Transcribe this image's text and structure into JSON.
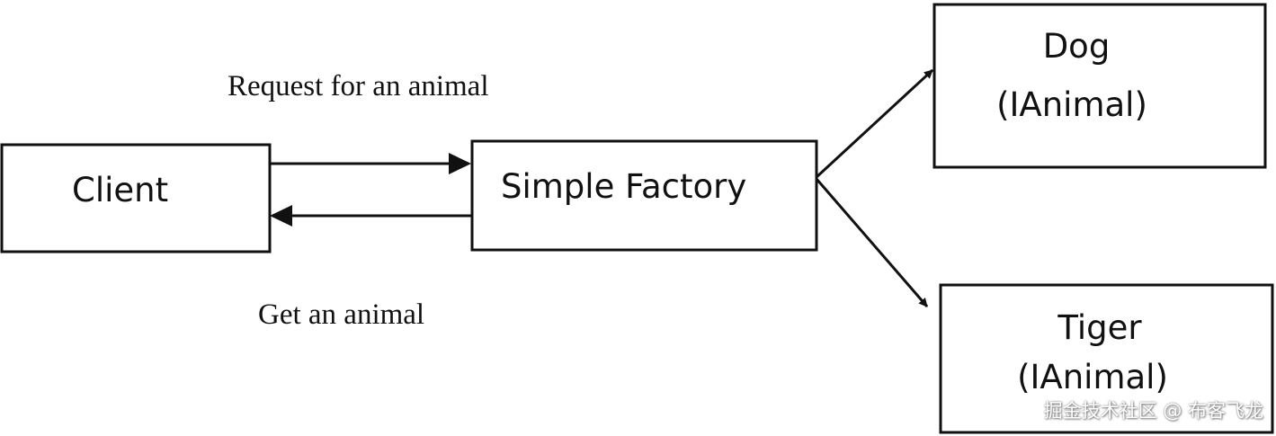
{
  "nodes": {
    "client": {
      "label": "Client"
    },
    "factory": {
      "label": "Simple Factory"
    },
    "dog": {
      "line1": "Dog",
      "line2": "(IAnimal)"
    },
    "tiger": {
      "line1": "Tiger",
      "line2": "(IAnimal)"
    }
  },
  "edges": {
    "request": {
      "label": "Request for an animal",
      "from": "client",
      "to": "factory"
    },
    "response": {
      "label": "Get an animal",
      "from": "factory",
      "to": "client"
    },
    "to_dog": {
      "from": "factory",
      "to": "dog"
    },
    "to_tiger": {
      "from": "factory",
      "to": "tiger"
    }
  },
  "watermark": "掘金技术社区 @ 布客飞龙",
  "colors": {
    "stroke": "#111111",
    "background": "#ffffff"
  }
}
